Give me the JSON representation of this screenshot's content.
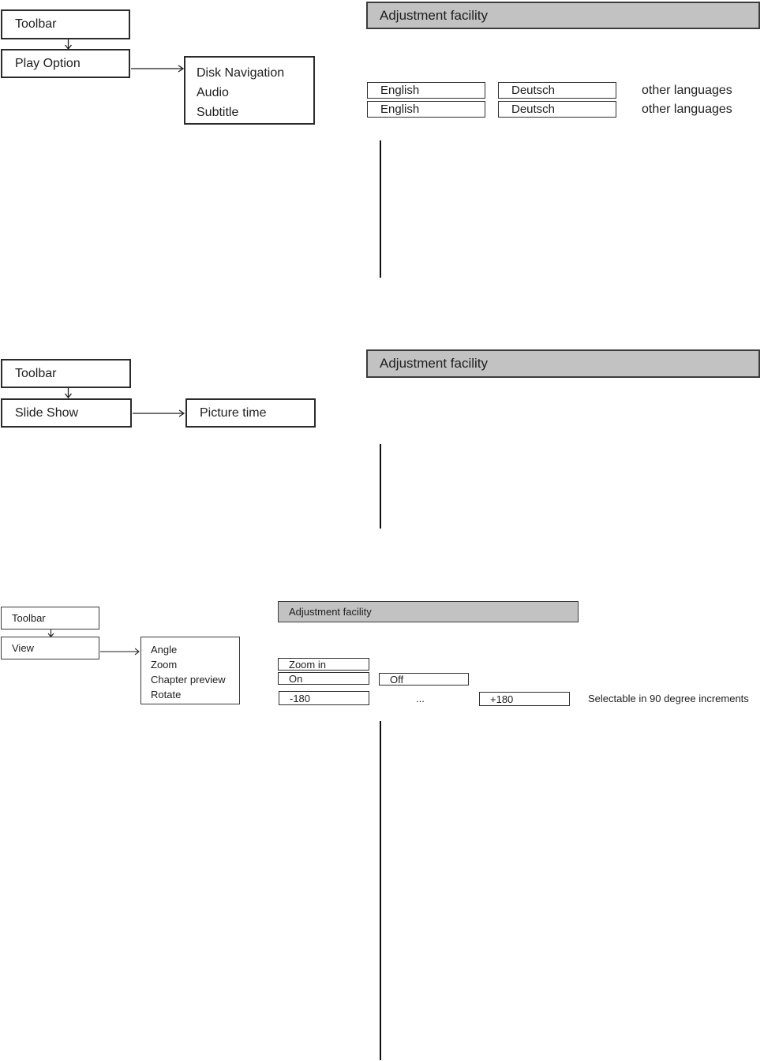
{
  "colors": {
    "header_bg": "#c2c2c2",
    "border": "#2b2b2b",
    "text": "#1e1e1e"
  },
  "sections": [
    {
      "name": "play-option",
      "toolbar_label": "Toolbar",
      "menu_label": "Play Option",
      "submenu": [
        "Disk Navigation",
        "Audio",
        "Subtitle"
      ],
      "header": "Adjustment facility",
      "language_rows": [
        {
          "options": [
            "English",
            "Deutsch"
          ],
          "note": "other languages"
        },
        {
          "options": [
            "English",
            "Deutsch"
          ],
          "note": "other languages"
        }
      ]
    },
    {
      "name": "slide-show",
      "toolbar_label": "Toolbar",
      "menu_label": "Slide Show",
      "submenu": [
        "Picture time"
      ],
      "header": "Adjustment facility"
    },
    {
      "name": "view",
      "toolbar_label": "Toolbar",
      "menu_label": "View",
      "submenu": [
        "Angle",
        "Zoom",
        "Chapter preview",
        "Rotate"
      ],
      "header": "Adjustment facility",
      "options": {
        "zoom": "Zoom in",
        "on": "On",
        "off": "Off",
        "rotate_min": "-180",
        "ellipsis": "...",
        "rotate_max": "+180",
        "note": "Selectable in 90 degree increments"
      }
    }
  ]
}
